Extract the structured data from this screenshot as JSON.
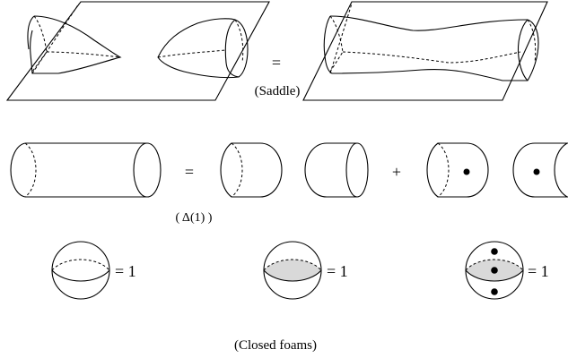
{
  "relations": {
    "saddle": {
      "equals": "=",
      "label": "(Saddle)"
    },
    "delta": {
      "equals": "=",
      "plus": "+",
      "label": "( Δ(1) )"
    },
    "closed_foams": {
      "sphere_plain_equals": "= 1",
      "sphere_shaded_equals": "= 1",
      "sphere_dotted_equals": "= 1",
      "caption": "(Closed foams)"
    }
  },
  "colors": {
    "stroke": "#000000",
    "facet_fill": "#d9d9d9"
  }
}
